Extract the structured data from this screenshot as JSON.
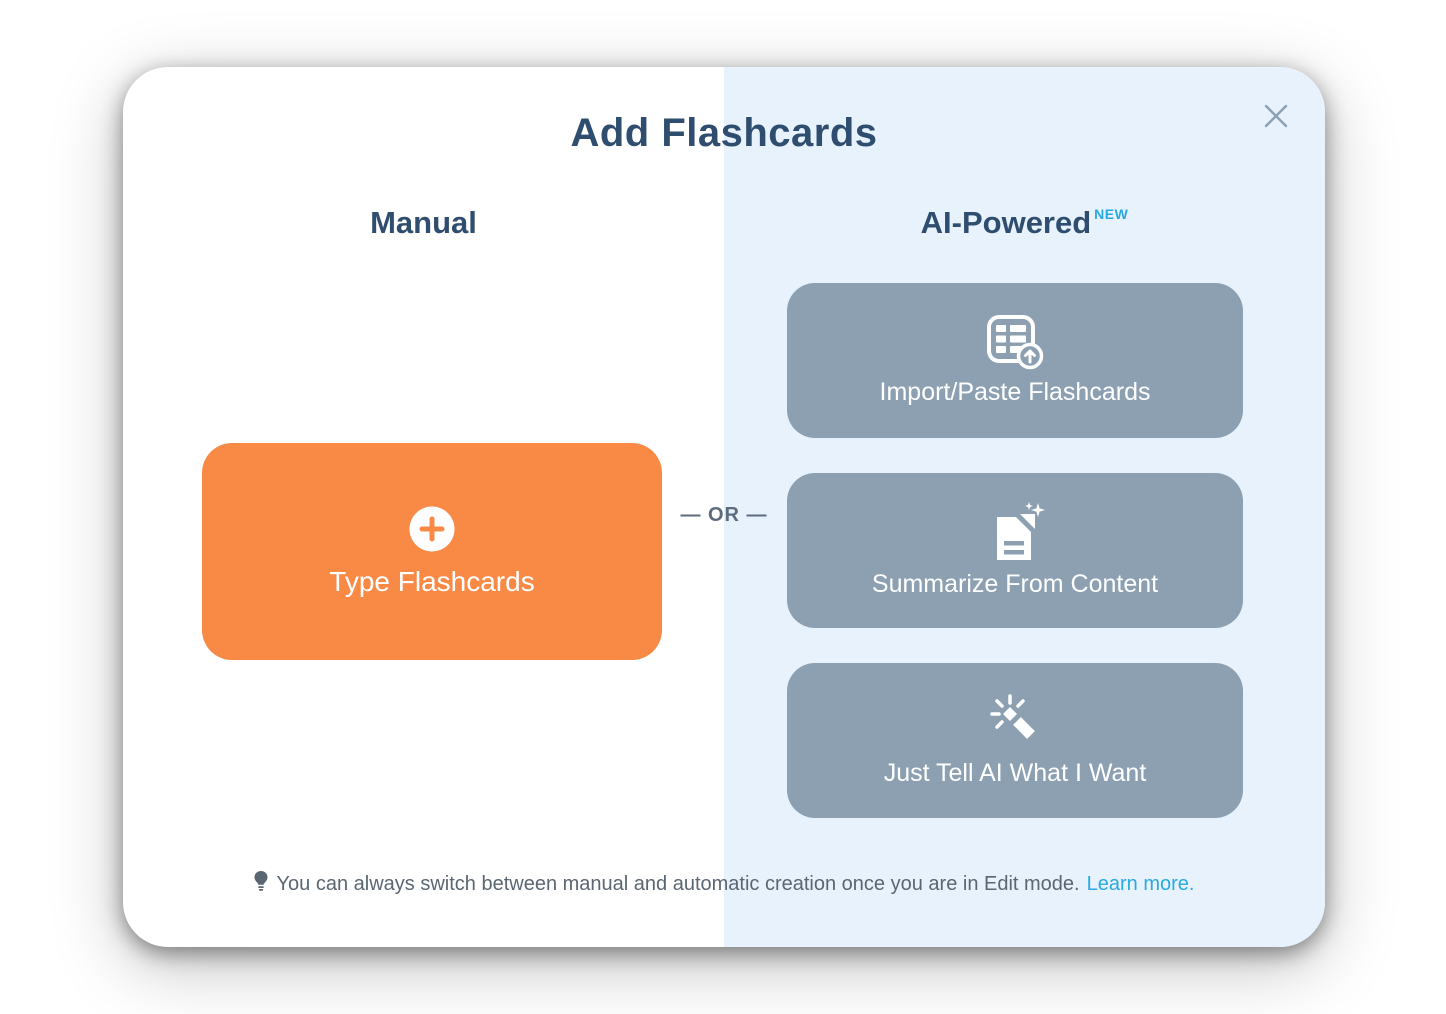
{
  "modal": {
    "title": "Add Flashcards",
    "divider_label": "— OR —",
    "sections": {
      "manual": {
        "heading": "Manual",
        "type_button_label": "Type Flashcards"
      },
      "ai": {
        "heading": "AI-Powered",
        "badge": "NEW",
        "buttons": [
          {
            "label": "Import/Paste Flashcards",
            "icon": "import-table-upload-icon"
          },
          {
            "label": "Summarize From Content",
            "icon": "document-sparkle-icon"
          },
          {
            "label": "Just Tell AI What I Want",
            "icon": "magic-wand-icon"
          }
        ]
      }
    },
    "footer": {
      "tip_text": "You can always switch between manual and automatic creation once you are in Edit mode.",
      "link_label": "Learn more."
    },
    "colors": {
      "heading_navy": "#2E4D6F",
      "ai_button_gray": "#8CA0B2",
      "manual_button_orange": "#F98A46",
      "right_panel_blue": "#E7F2FC",
      "accent_blue": "#29A9E1",
      "footer_text": "#5B6673"
    }
  }
}
